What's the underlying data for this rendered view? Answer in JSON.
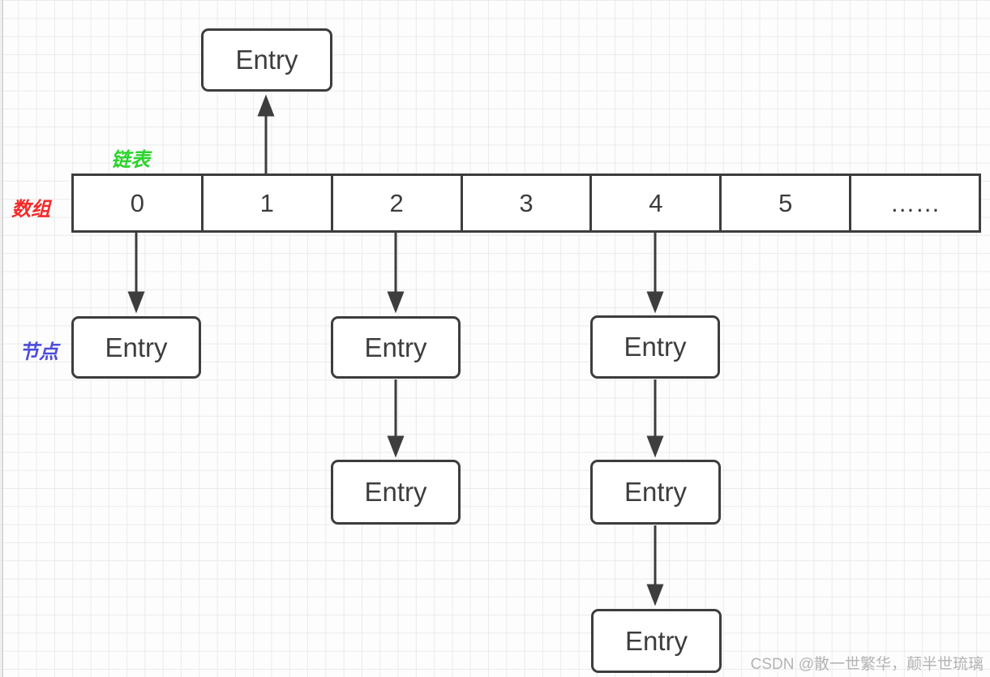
{
  "diagram": {
    "labels": {
      "linked_list": "链表",
      "array": "数组",
      "node": "节点"
    },
    "array_cells": [
      "0",
      "1",
      "2",
      "3",
      "4",
      "5",
      "……"
    ],
    "top_entry": "Entry",
    "chains": {
      "bucket0": [
        "Entry"
      ],
      "bucket2": [
        "Entry",
        "Entry"
      ],
      "bucket4": [
        "Entry",
        "Entry",
        "Entry"
      ]
    },
    "watermark": "CSDN @散一世繁华，颠半世琉璃",
    "colors": {
      "line": "#3d3d3d",
      "linked_list_label": "#2bd42b",
      "array_label": "#f52a2a",
      "node_label": "#4d4dd9",
      "grid": "#ebebeb",
      "watermark": "#b3b3b3"
    }
  }
}
